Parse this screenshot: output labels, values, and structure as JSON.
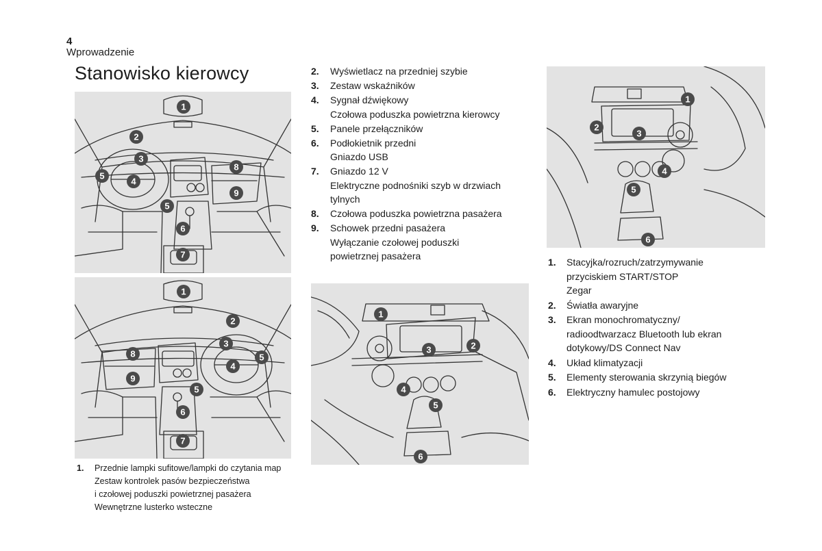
{
  "header": {
    "page_number": "4",
    "section": "Wprowadzenie",
    "title": "Stanowisko kierowcy"
  },
  "figures": {
    "callout_fill": "#4a4a4a",
    "callout_text": "#ffffff",
    "background": "#e3e3e3",
    "line_color": "#333333",
    "left_top_callouts": [
      "1",
      "2",
      "3",
      "4",
      "5",
      "5",
      "6",
      "7",
      "8",
      "9"
    ],
    "left_bottom_callouts": [
      "1",
      "2",
      "3",
      "4",
      "5",
      "5",
      "6",
      "7",
      "8",
      "9"
    ],
    "center_callouts": [
      "1",
      "2",
      "3",
      "4",
      "5",
      "6"
    ],
    "right_callouts": [
      "1",
      "2",
      "3",
      "4",
      "5",
      "6"
    ]
  },
  "bottom_list": [
    {
      "num": "1.",
      "lines": [
        "Przednie lampki sufitowe/lampki do czytania map",
        "Zestaw kontrolek pasów bezpieczeństwa",
        "i czołowej poduszki powietrznej pasażera",
        "Wewnętrzne lusterko wsteczne"
      ]
    }
  ],
  "middle_list": [
    {
      "num": "2.",
      "lines": [
        "Wyświetlacz na przedniej szybie"
      ]
    },
    {
      "num": "3.",
      "lines": [
        "Zestaw wskaźników"
      ]
    },
    {
      "num": "4.",
      "lines": [
        "Sygnał dźwiękowy",
        "Czołowa poduszka powietrzna kierowcy"
      ]
    },
    {
      "num": "5.",
      "lines": [
        "Panele przełączników"
      ]
    },
    {
      "num": "6.",
      "lines": [
        "Podłokietnik przedni",
        "Gniazdo USB"
      ]
    },
    {
      "num": "7.",
      "lines": [
        "Gniazdo 12 V",
        "Elektryczne podnośniki szyb w drzwiach",
        "tylnych"
      ]
    },
    {
      "num": "8.",
      "lines": [
        "Czołowa poduszka powietrzna pasażera"
      ]
    },
    {
      "num": "9.",
      "lines": [
        "Schowek przedni pasażera",
        "Wyłączanie czołowej poduszki",
        "powietrznej pasażera"
      ]
    }
  ],
  "right_list": [
    {
      "num": "1.",
      "lines": [
        "Stacyjka/rozruch/zatrzymywanie",
        "przyciskiem START/STOP",
        "Zegar"
      ]
    },
    {
      "num": "2.",
      "lines": [
        "Światła awaryjne"
      ]
    },
    {
      "num": "3.",
      "lines": [
        "Ekran monochromatyczny/",
        "radioodtwarzacz Bluetooth lub ekran",
        "dotykowy/DS Connect Nav"
      ]
    },
    {
      "num": "4.",
      "lines": [
        "Układ klimatyzacji"
      ]
    },
    {
      "num": "5.",
      "lines": [
        "Elementy sterowania skrzynią biegów"
      ]
    },
    {
      "num": "6.",
      "lines": [
        "Elektryczny hamulec postojowy"
      ]
    }
  ]
}
